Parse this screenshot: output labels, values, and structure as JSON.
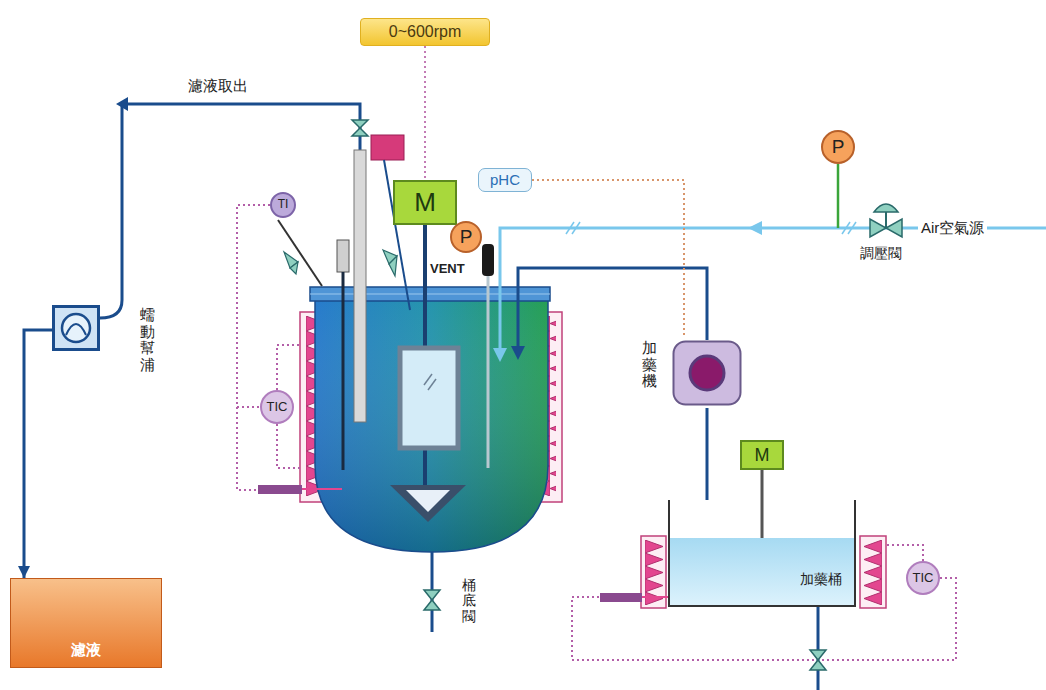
{
  "diagram": {
    "nodes": [
      {
        "text": [
          "0~600rpm"
        ]
      },
      {
        "text": [
          "P"
        ]
      },
      {
        "text": [
          "TI"
        ]
      },
      {
        "text": [
          "M"
        ]
      },
      {
        "text": [
          "pHC"
        ]
      },
      {
        "text": [
          "P"
        ]
      },
      {
        "text": [
          "蠕動幫浦"
        ]
      },
      {
        "text": [
          "加藥機"
        ]
      },
      {
        "text": [
          "TIC"
        ]
      },
      {
        "text": [
          "M"
        ]
      },
      {
        "text": [
          "加藥桶"
        ]
      },
      {
        "text": [
          "TIC"
        ]
      },
      {
        "text": [
          "濾液"
        ]
      }
    ],
    "edges": [
      {
        "from": 0,
        "to": 3,
        "arrow": "none"
      },
      {
        "from": 2,
        "to": 8,
        "arrow": "none"
      },
      {
        "from": 4,
        "to": 7,
        "arrow": "none"
      },
      {
        "from": 6,
        "to": 12,
        "arrow": "to"
      },
      {
        "from": 10,
        "to": 7,
        "arrow": "none"
      },
      {
        "from": 9,
        "to": 10,
        "arrow": "none"
      }
    ],
    "labels": [
      "濾液取出",
      "VENT",
      "調壓閥",
      "Air空氣源",
      "桶底閥"
    ]
  }
}
